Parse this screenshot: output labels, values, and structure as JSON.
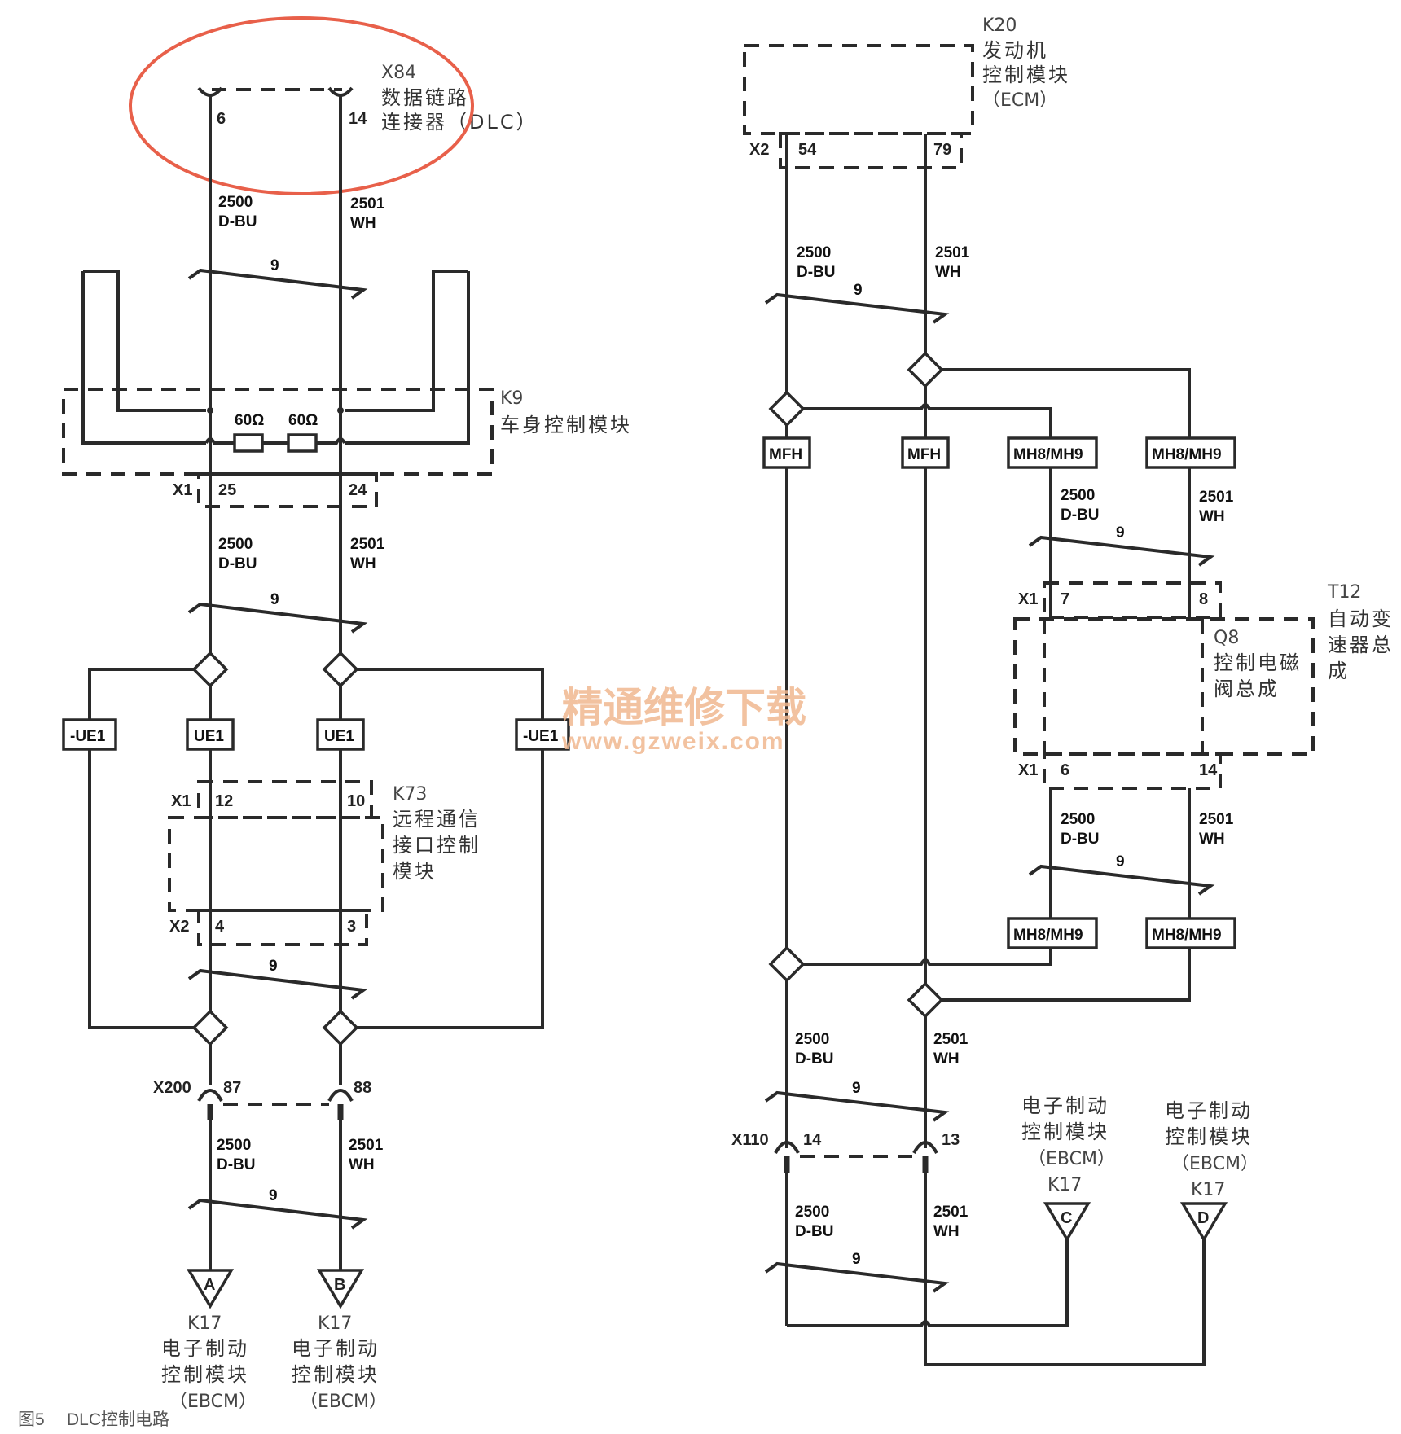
{
  "caption": {
    "fig": "图5",
    "title": "DLC控制电路"
  },
  "watermark": {
    "cn": "精通维修下载",
    "url": "www.gzweix.com"
  },
  "wire": {
    "num_a": "2500",
    "col_a": "D-BU",
    "num_b": "2501",
    "col_b": "WH",
    "twist": "9"
  },
  "x84": {
    "ref": "X84",
    "name1": "数据链路",
    "name2": "连接器（DLC）",
    "pin_a": "6",
    "pin_b": "14"
  },
  "k9": {
    "ref": "K9",
    "name": "车身控制模块",
    "conn": "X1",
    "pin_a": "25",
    "pin_b": "24",
    "res_a": "60Ω",
    "res_b": "60Ω"
  },
  "k73": {
    "ref": "K73",
    "name1": "远程通信",
    "name2": "接口控制",
    "name3": "模块",
    "conn_top": "X1",
    "pin_top_a": "12",
    "pin_top_b": "10",
    "conn_bot": "X2",
    "pin_bot_a": "4",
    "pin_bot_b": "3"
  },
  "options": {
    "ue1": "UE1",
    "not_ue1": "-UE1",
    "mfh": "MFH",
    "mh": "MH8/MH9"
  },
  "x200": {
    "ref": "X200",
    "pin_a": "87",
    "pin_b": "88"
  },
  "x110": {
    "ref": "X110",
    "pin_a": "14",
    "pin_b": "13"
  },
  "k20": {
    "ref": "K20",
    "name1": "发动机",
    "name2": "控制模块",
    "name3": "（ECM）",
    "conn": "X2",
    "pin_a": "54",
    "pin_b": "79"
  },
  "t12": {
    "ref": "T12",
    "name1": "自动变",
    "name2": "速器总",
    "name3": "成",
    "sub_ref": "Q8",
    "sub1": "控制电磁",
    "sub2": "阀总成",
    "conn_top": "X1",
    "pin_top_a": "7",
    "pin_top_b": "8",
    "conn_bot": "X1",
    "pin_bot_a": "6",
    "pin_bot_b": "14"
  },
  "k17": {
    "ref": "K17",
    "name1": "电子制动",
    "name2": "控制模块",
    "name3": "（EBCM）",
    "term_a": "A",
    "term_b": "B",
    "term_c": "C",
    "term_d": "D"
  },
  "colors": {
    "wire": "#2a2a2a",
    "highlight": "#e8604a",
    "watermark": "#f0b890"
  }
}
